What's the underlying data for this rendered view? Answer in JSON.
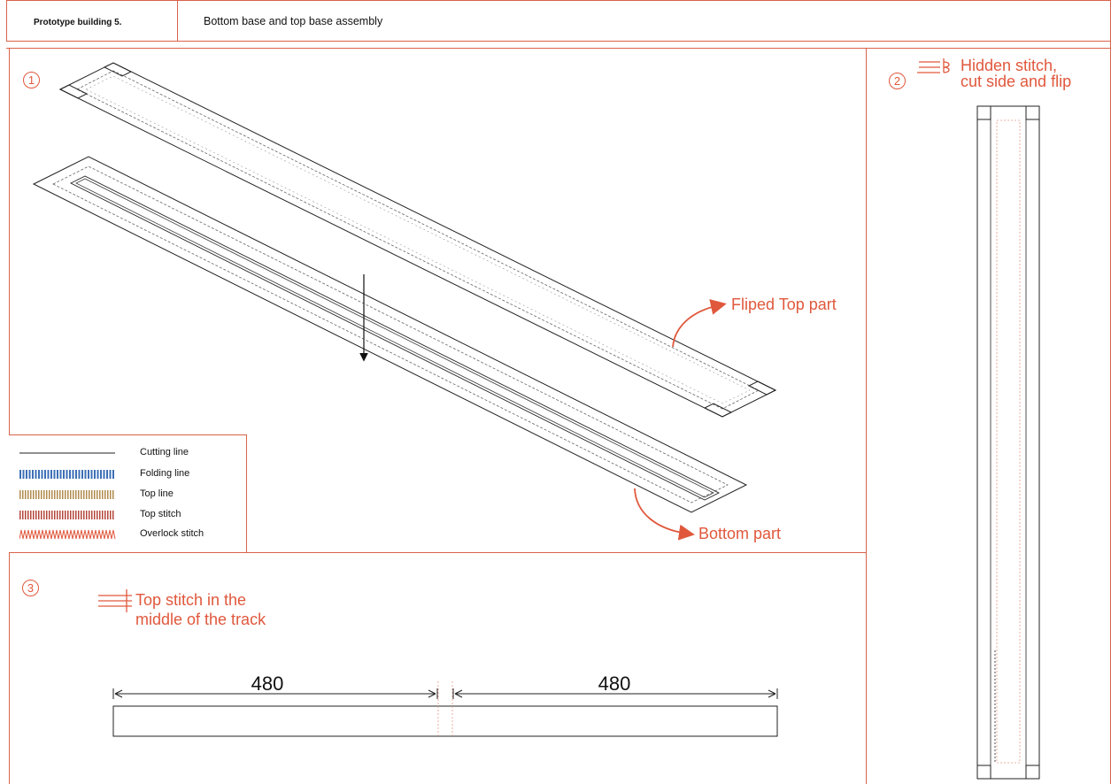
{
  "header": {
    "prototype_label": "Prototype building 5.",
    "title": "Bottom base and top base assembly"
  },
  "steps": [
    {
      "number": "1"
    },
    {
      "number": "2",
      "note_line1": "Hidden stitch,",
      "note_line2": "cut side and flip"
    },
    {
      "number": "3",
      "note_line1": "Top stitch in the",
      "note_line2": "middle of the track"
    }
  ],
  "callouts": {
    "top_part": "Fliped Top part",
    "bottom_part": "Bottom part"
  },
  "dimensions": {
    "left": "480",
    "right": "480"
  },
  "legend": [
    {
      "label": "Cutting line",
      "icon": "solid-line"
    },
    {
      "label": "Folding line",
      "icon": "blue-bars"
    },
    {
      "label": "Top line",
      "icon": "tan-bars"
    },
    {
      "label": "Top stitch",
      "icon": "red-bars"
    },
    {
      "label": "Overlock stitch",
      "icon": "zigzag"
    }
  ],
  "colors": {
    "accent": "#e0583c",
    "frame": "#d9634a",
    "folding": "#3d6fb6",
    "top_line": "#b08a4a",
    "top_stitch": "#b5453a",
    "overlock": "#e0583c",
    "line": "#222222"
  }
}
